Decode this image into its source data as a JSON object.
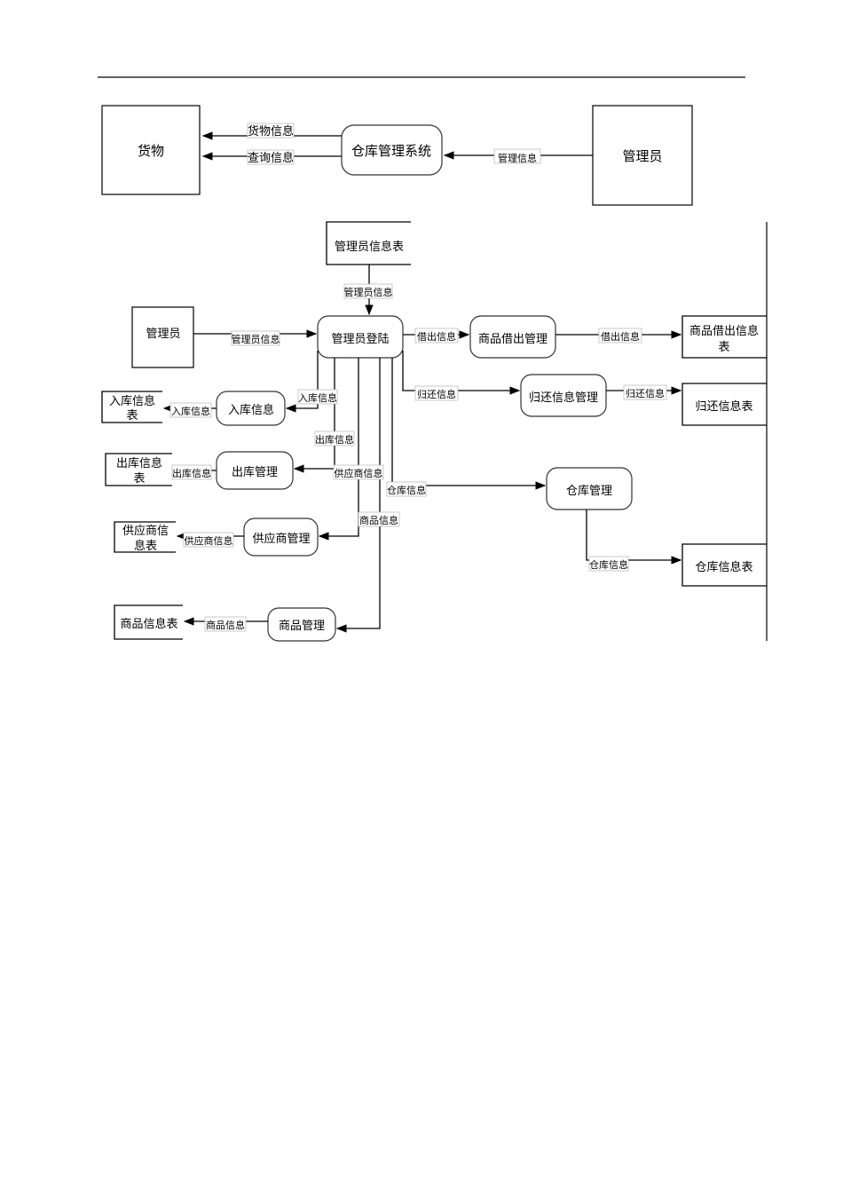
{
  "context": {
    "goods": "货物",
    "system": "仓库管理系统",
    "admin": "管理员",
    "flow_goods_info": "货物信息",
    "flow_query_info": "查询信息",
    "flow_admin_info": "管理信息"
  },
  "detail": {
    "admin_table": "管理员信息表",
    "admin": "管理员",
    "login": "管理员登陆",
    "borrow_mgmt": "商品借出管理",
    "borrow_table_l1": "商品借出信息",
    "borrow_table_l2": "表",
    "return_mgmt": "归还信息管理",
    "return_table": "归还信息表",
    "inbound": "入库信息",
    "inbound_table_l1": "入库信息",
    "inbound_table_l2": "表",
    "outbound_mgmt": "出库管理",
    "outbound_table_l1": "出库信息",
    "outbound_table_l2": "表",
    "supplier_mgmt": "供应商管理",
    "supplier_table_l1": "供应商信",
    "supplier_table_l2": "息表",
    "goods_mgmt": "商品管理",
    "goods_table": "商品信息表",
    "warehouse_mgmt": "仓库管理",
    "warehouse_table": "仓库信息表",
    "flows": {
      "admin_info_down": "管理员信息",
      "admin_info_right": "管理员信息",
      "borrow_info_1": "借出信息",
      "borrow_info_2": "借出信息",
      "return_info_1": "归还信息",
      "return_info_2": "归还信息",
      "inbound_info_1": "入库信息",
      "inbound_info_2": "入库信息",
      "outbound_info_1": "出库信息",
      "outbound_info_2": "出库信息",
      "supplier_info_1": "供应商信息",
      "supplier_info_2": "供应商信息",
      "warehouse_info_1": "仓库信息",
      "warehouse_info_2": "仓库信息",
      "goods_info_1": "商品信息",
      "goods_info_2": "商品信息"
    }
  }
}
